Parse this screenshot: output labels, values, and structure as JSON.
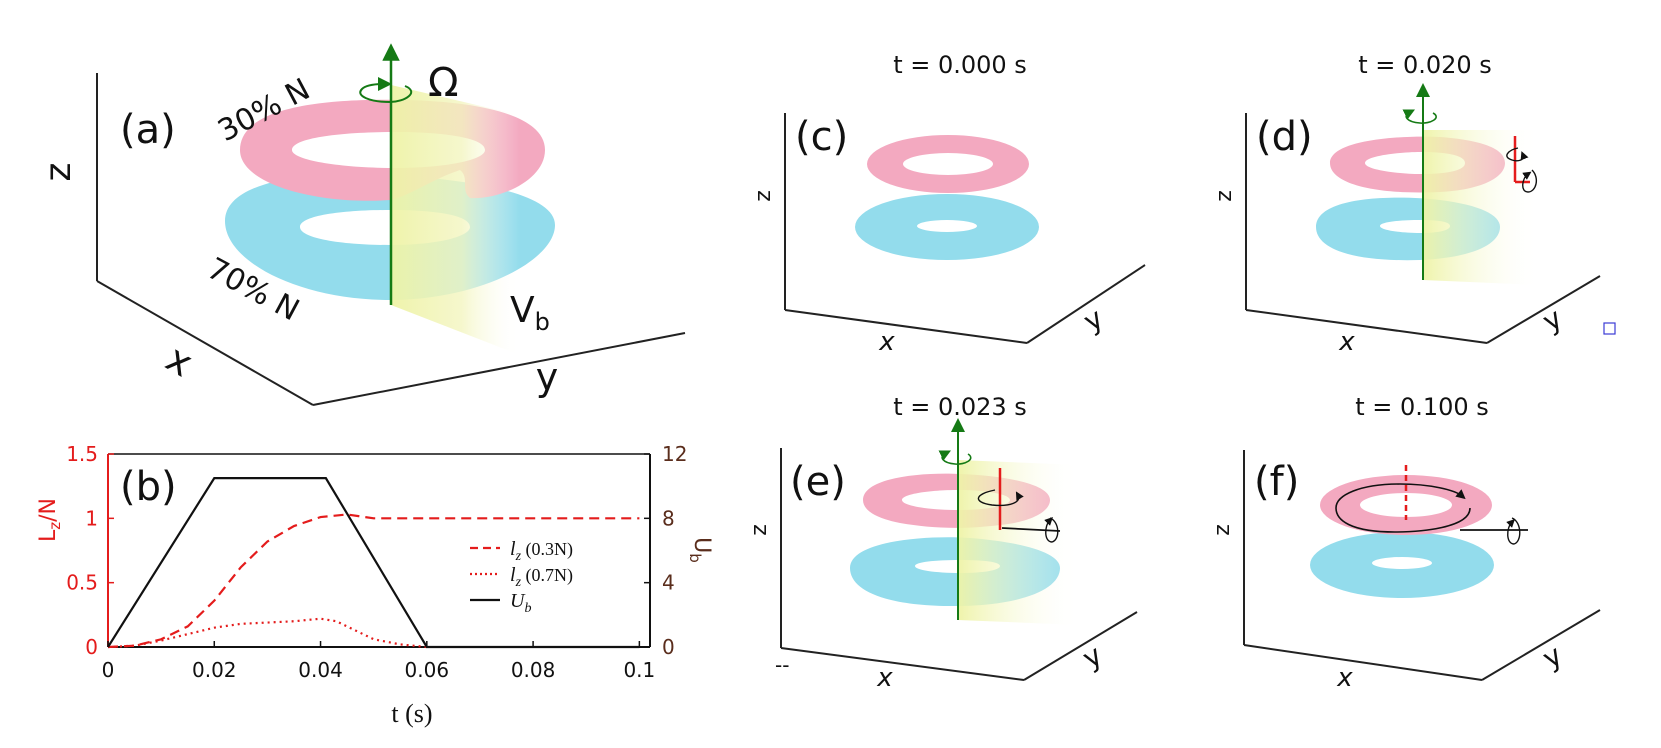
{
  "colors": {
    "pink_ring": "#f3a9c0",
    "blue_ring": "#93dcec",
    "axis_green": "#157a15",
    "sheet_yellow": "#eef3a6",
    "vortex_red": "#e41c1c",
    "axis_line": "#222222",
    "left_axis_text": "#e41c1c",
    "right_axis_text": "#5a2d1c"
  },
  "panel_a": {
    "label": "(a)",
    "ring_top_label": "30% N",
    "ring_bottom_label": "70% N",
    "omega_label": "Ω",
    "vb_label": "V",
    "vb_sub": "b",
    "axis_x": "x",
    "axis_y": "y",
    "axis_z": "z"
  },
  "panel_b": {
    "label": "(b)"
  },
  "panel_c": {
    "label": "(c)",
    "time": "t = 0.000 s",
    "axis_x": "x",
    "axis_y": "y",
    "axis_z": "z"
  },
  "panel_d": {
    "label": "(d)",
    "time": "t = 0.020 s",
    "axis_x": "x",
    "axis_y": "y",
    "axis_z": "z"
  },
  "panel_e": {
    "label": "(e)",
    "time": "t = 0.023 s",
    "axis_x": "x",
    "axis_y": "y",
    "axis_z": "z",
    "corner_mark": "--"
  },
  "panel_f": {
    "label": "(f)",
    "time": "t = 0.100 s",
    "axis_x": "x",
    "axis_y": "y",
    "axis_z": "z"
  },
  "chart_data": {
    "type": "line",
    "xlabel": "t (s)",
    "ylabel_left": "L",
    "ylabel_left_sub": "z",
    "ylabel_left_tail": "/N",
    "ylabel_right": "U",
    "ylabel_right_sub": "b",
    "xlim": [
      0,
      0.102
    ],
    "ylim_left": [
      0,
      1.5
    ],
    "ylim_right": [
      0,
      12
    ],
    "x_ticks": [
      0,
      0.02,
      0.04,
      0.06,
      0.08,
      0.1
    ],
    "x_tick_labels": [
      "0",
      "0.02",
      "0.04",
      "0.06",
      "0.08",
      "0.1"
    ],
    "y_left_ticks": [
      0,
      0.5,
      1,
      1.5
    ],
    "y_left_tick_labels": [
      "0",
      "0.5",
      "1",
      "1.5"
    ],
    "y_right_ticks": [
      0,
      4,
      8,
      12
    ],
    "y_right_tick_labels": [
      "0",
      "4",
      "8",
      "12"
    ],
    "legend_position": "right",
    "series": [
      {
        "name_main": "l",
        "name_sub": "z",
        "name_tail": "(0.3N)",
        "axis": "left",
        "style": "dashed",
        "color": "#e41c1c",
        "x": [
          0,
          0.005,
          0.01,
          0.015,
          0.02,
          0.025,
          0.03,
          0.035,
          0.04,
          0.045,
          0.05,
          0.06,
          0.08,
          0.1
        ],
        "y": [
          0,
          0.01,
          0.06,
          0.16,
          0.36,
          0.62,
          0.82,
          0.94,
          1.01,
          1.03,
          1.0,
          1.0,
          1.0,
          1.0
        ]
      },
      {
        "name_main": "l",
        "name_sub": "z",
        "name_tail": "(0.7N)",
        "axis": "left",
        "style": "dotted",
        "color": "#e41c1c",
        "x": [
          0,
          0.005,
          0.01,
          0.015,
          0.02,
          0.025,
          0.03,
          0.035,
          0.04,
          0.043,
          0.047,
          0.05,
          0.055,
          0.06
        ],
        "y": [
          0,
          0.01,
          0.05,
          0.1,
          0.15,
          0.18,
          0.19,
          0.2,
          0.22,
          0.2,
          0.12,
          0.06,
          0.02,
          0
        ]
      },
      {
        "name_main": "U",
        "name_sub": "b",
        "name_tail": "",
        "axis": "right",
        "style": "solid",
        "color": "#111111",
        "x": [
          0,
          0.02,
          0.041,
          0.06,
          0.1
        ],
        "y": [
          0,
          10.5,
          10.5,
          0,
          0
        ]
      }
    ]
  }
}
